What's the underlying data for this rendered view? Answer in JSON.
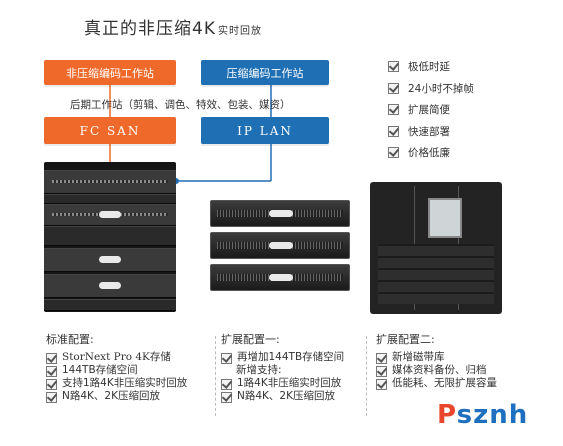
{
  "title": {
    "main": "真正的非压缩4K",
    "sub": "实时回放"
  },
  "boxes": {
    "uncompressed_station": "非压缩编码工作站",
    "compressed_station": "压缩编码工作站",
    "fc_san": "FC SAN",
    "ip_lan": "IP LAN"
  },
  "post_production": "后期工作站（剪辑、调色、特效、包装、媒资）",
  "features": [
    "极低时延",
    "24小时不掉帧",
    "扩展简便",
    "快速部署",
    "价格低廉"
  ],
  "config_standard": {
    "header": "标准配置:",
    "items": [
      "StorNext Pro 4K存储",
      "144TB存储空间",
      "支持1路4K非压缩实时回放",
      "N路4K、2K压缩回放"
    ]
  },
  "config_ext1": {
    "header": "扩展配置一:",
    "item1": "再增加144TB存储空间",
    "item1_cont": "新增支持:",
    "items": [
      "1路4K非压缩实时回放",
      "N路4K、2K压缩回放"
    ]
  },
  "config_ext2": {
    "header": "扩展配置二:",
    "items": [
      "新增磁带库",
      "媒体资料备份、归档",
      "低能耗、无限扩展容量"
    ]
  },
  "logo": {
    "p": "P",
    "rest": "sznh"
  },
  "colors": {
    "orange": "#ef6a2a",
    "blue": "#1f6fb5",
    "logo_blue": "#1e6fbf",
    "logo_red": "#e8472b"
  }
}
